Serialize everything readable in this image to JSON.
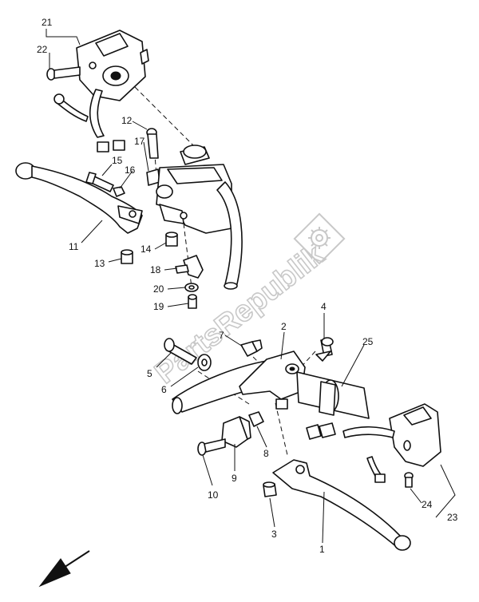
{
  "watermark": {
    "text": "PartsRepublik",
    "icon": "gear-icon"
  },
  "callouts": {
    "c1": "1",
    "c2": "2",
    "c3": "3",
    "c4": "4",
    "c5": "5",
    "c6": "6",
    "c7": "7",
    "c8": "8",
    "c9": "9",
    "c10": "10",
    "c11": "11",
    "c12": "12",
    "c13": "13",
    "c14": "14",
    "c15": "15",
    "c16": "16",
    "c17": "17",
    "c18": "18",
    "c19": "19",
    "c20": "20",
    "c21": "21",
    "c22": "22",
    "c23": "23",
    "c24": "24",
    "c25": "25"
  },
  "orientation_arrow": "arrow-down-left-icon",
  "colors": {
    "line": "#111111",
    "watermark": "#c8c8c8",
    "background": "#ffffff"
  }
}
